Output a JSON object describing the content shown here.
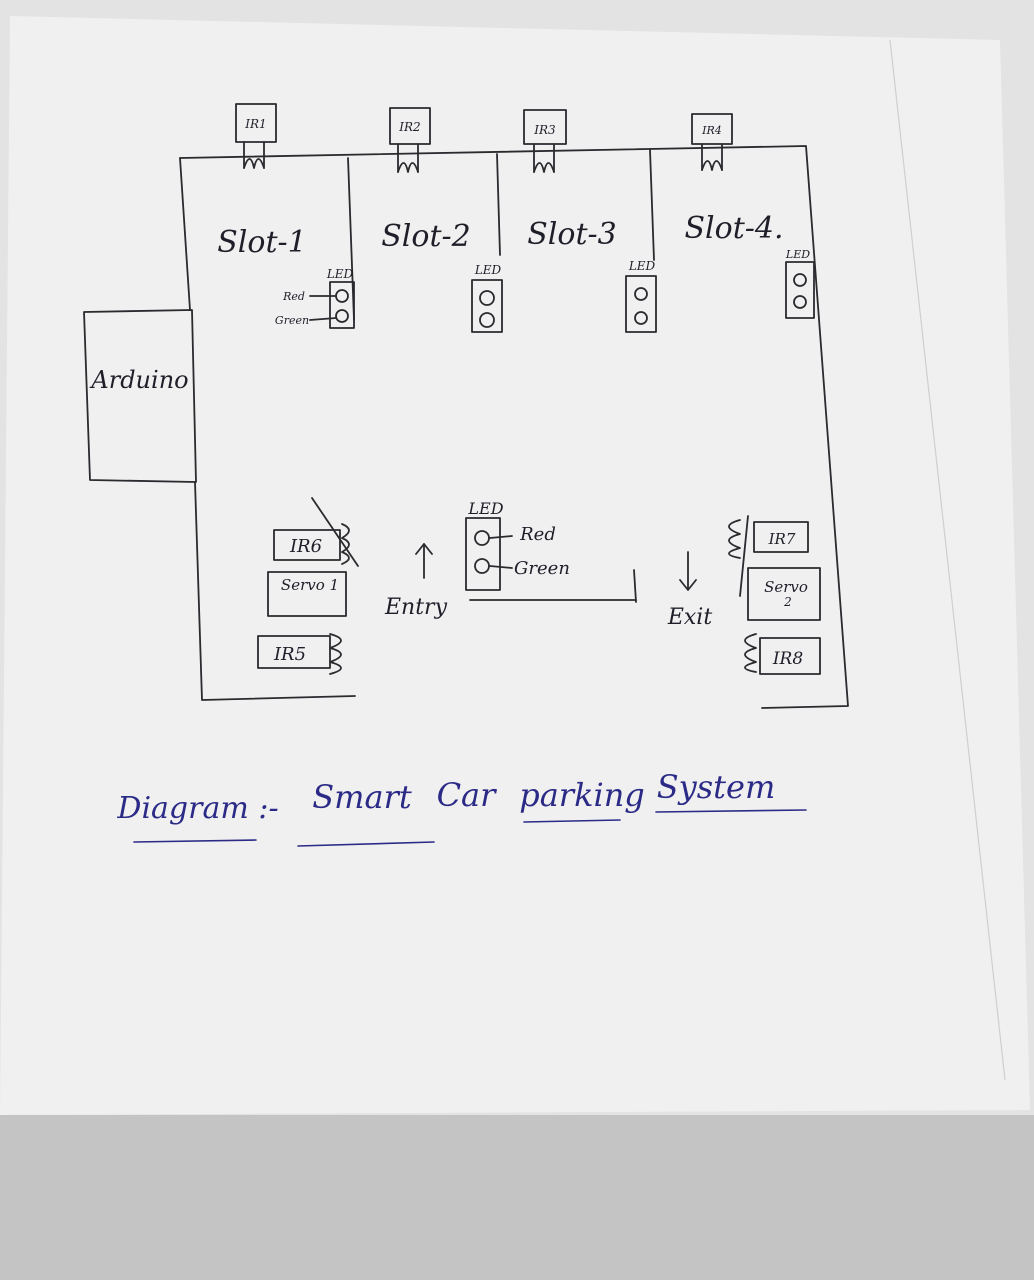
{
  "diagram": {
    "ir_top": [
      "IR1",
      "IR2",
      "IR3",
      "IR4"
    ],
    "slots": [
      "Slot-1",
      "Slot-2",
      "Slot-3",
      "Slot-4."
    ],
    "led_label": "LED",
    "led_red": "Red",
    "led_green": "Green",
    "controller": "Arduino",
    "entry_label": "Entry",
    "exit_label": "Exit",
    "ir6": "IR6",
    "ir5": "IR5",
    "ir7": "IR7",
    "ir8": "IR8",
    "servo1": "Servo 1",
    "servo2_name": "Servo",
    "servo2_num": "2",
    "center_led_label": "LED",
    "center_red": "Red",
    "center_green": "Green"
  },
  "caption": {
    "prefix": "Diagram :-",
    "words": [
      "Smart",
      "Car",
      "parking",
      "System"
    ]
  },
  "colors": {
    "pencil": "#2a2a2f",
    "ink": "#2b2a86",
    "paper": "#efefef",
    "background": "#b9b9b9"
  }
}
